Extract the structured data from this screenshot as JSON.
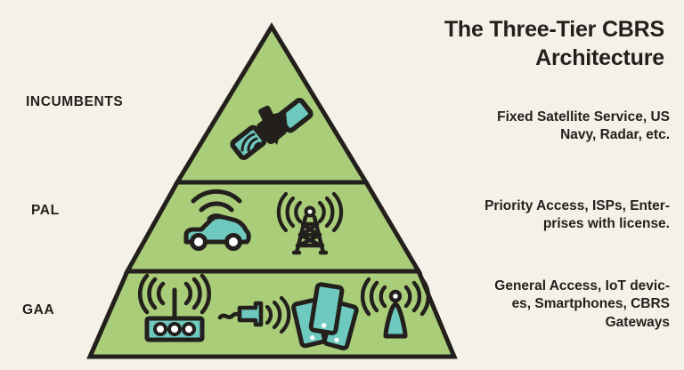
{
  "meta": {
    "background_color": "#f4f1e8",
    "ink_color": "#231f1c",
    "tier_fill_color": "#a9cd79",
    "accent_teal_color": "#6ec9be"
  },
  "title": {
    "line1": "The Three-Tier CBRS",
    "line2": "Architecture"
  },
  "tiers": [
    {
      "id": "incumbents",
      "label": "INCUMBENTS",
      "description_lines": [
        "Fixed Satellite Service, US",
        "Navy, Radar, etc."
      ],
      "icons": [
        {
          "name": "satellite-icon",
          "label": "Satellite"
        }
      ]
    },
    {
      "id": "pal",
      "label": "PAL",
      "description_lines": [
        "Priority Access, ISPs, Enter-",
        "prises with license."
      ],
      "icons": [
        {
          "name": "connected-car-icon",
          "label": "Connected car"
        },
        {
          "name": "cell-tower-icon",
          "label": "Cell tower"
        }
      ]
    },
    {
      "id": "gaa",
      "label": "GAA",
      "description_lines": [
        "General Access, IoT devic-",
        "es, Smartphones, CBRS",
        "Gateways"
      ],
      "icons": [
        {
          "name": "wifi-router-icon",
          "label": "Wi-Fi router"
        },
        {
          "name": "iot-sensor-icon",
          "label": "IoT sensor"
        },
        {
          "name": "smartphones-icon",
          "label": "Smartphones"
        },
        {
          "name": "beacon-antenna-icon",
          "label": "CBRS antenna"
        }
      ]
    }
  ]
}
